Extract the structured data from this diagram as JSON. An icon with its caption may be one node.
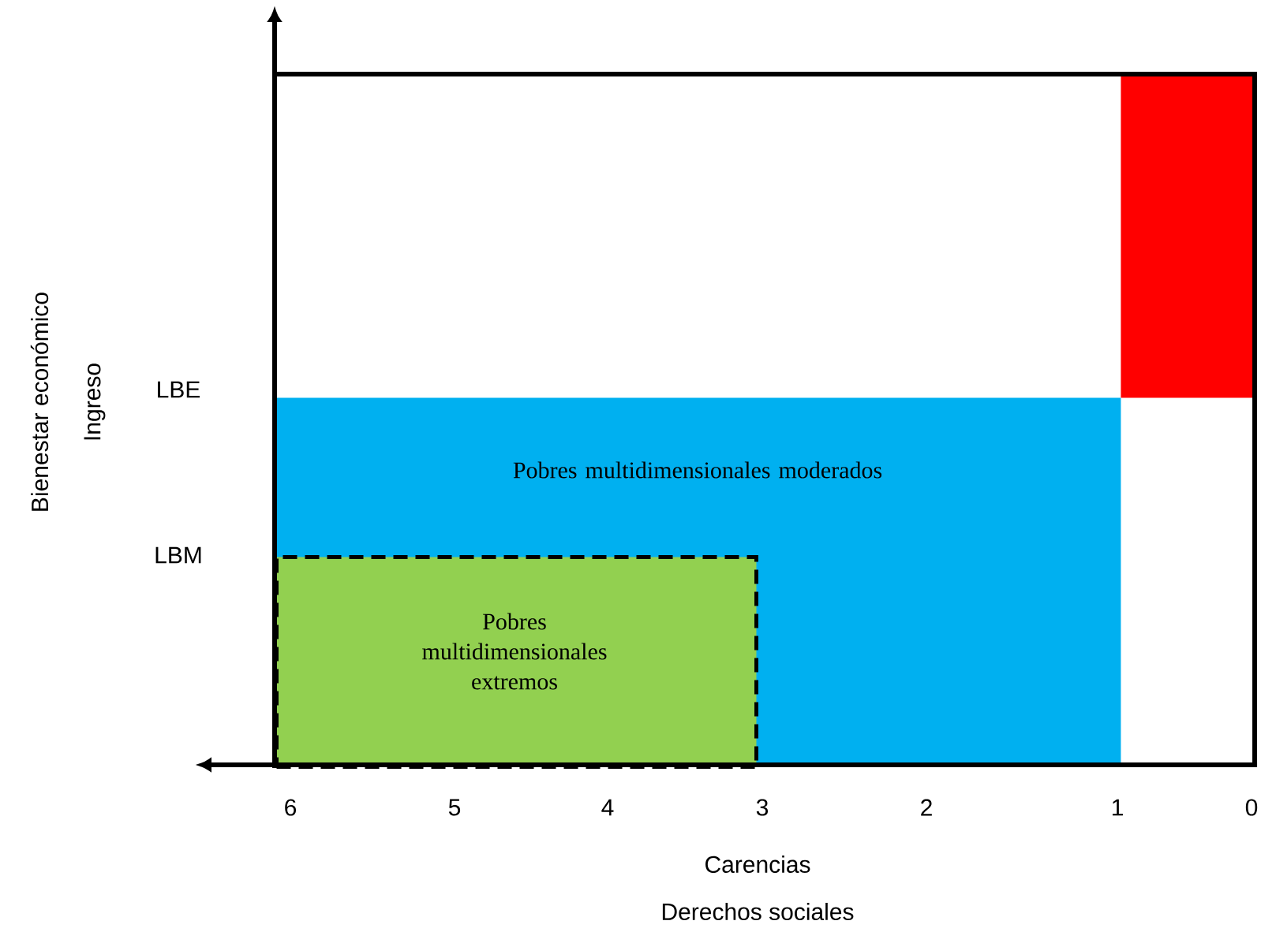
{
  "diagram": {
    "nodes": [
      {
        "text": [],
        "shape": "box"
      },
      {
        "text": [
          "Pobres multidimensionales moderados"
        ]
      },
      {
        "text": [
          "Pobres multidimensionales extremos"
        ],
        "in": 1
      }
    ],
    "edges": [],
    "labels": [
      "LBE",
      "LBM",
      "6",
      "5",
      "4",
      "3",
      "2",
      "1",
      "0",
      "Carencias",
      "Derechos sociales",
      "Bienestar económico",
      "Ingreso"
    ]
  }
}
